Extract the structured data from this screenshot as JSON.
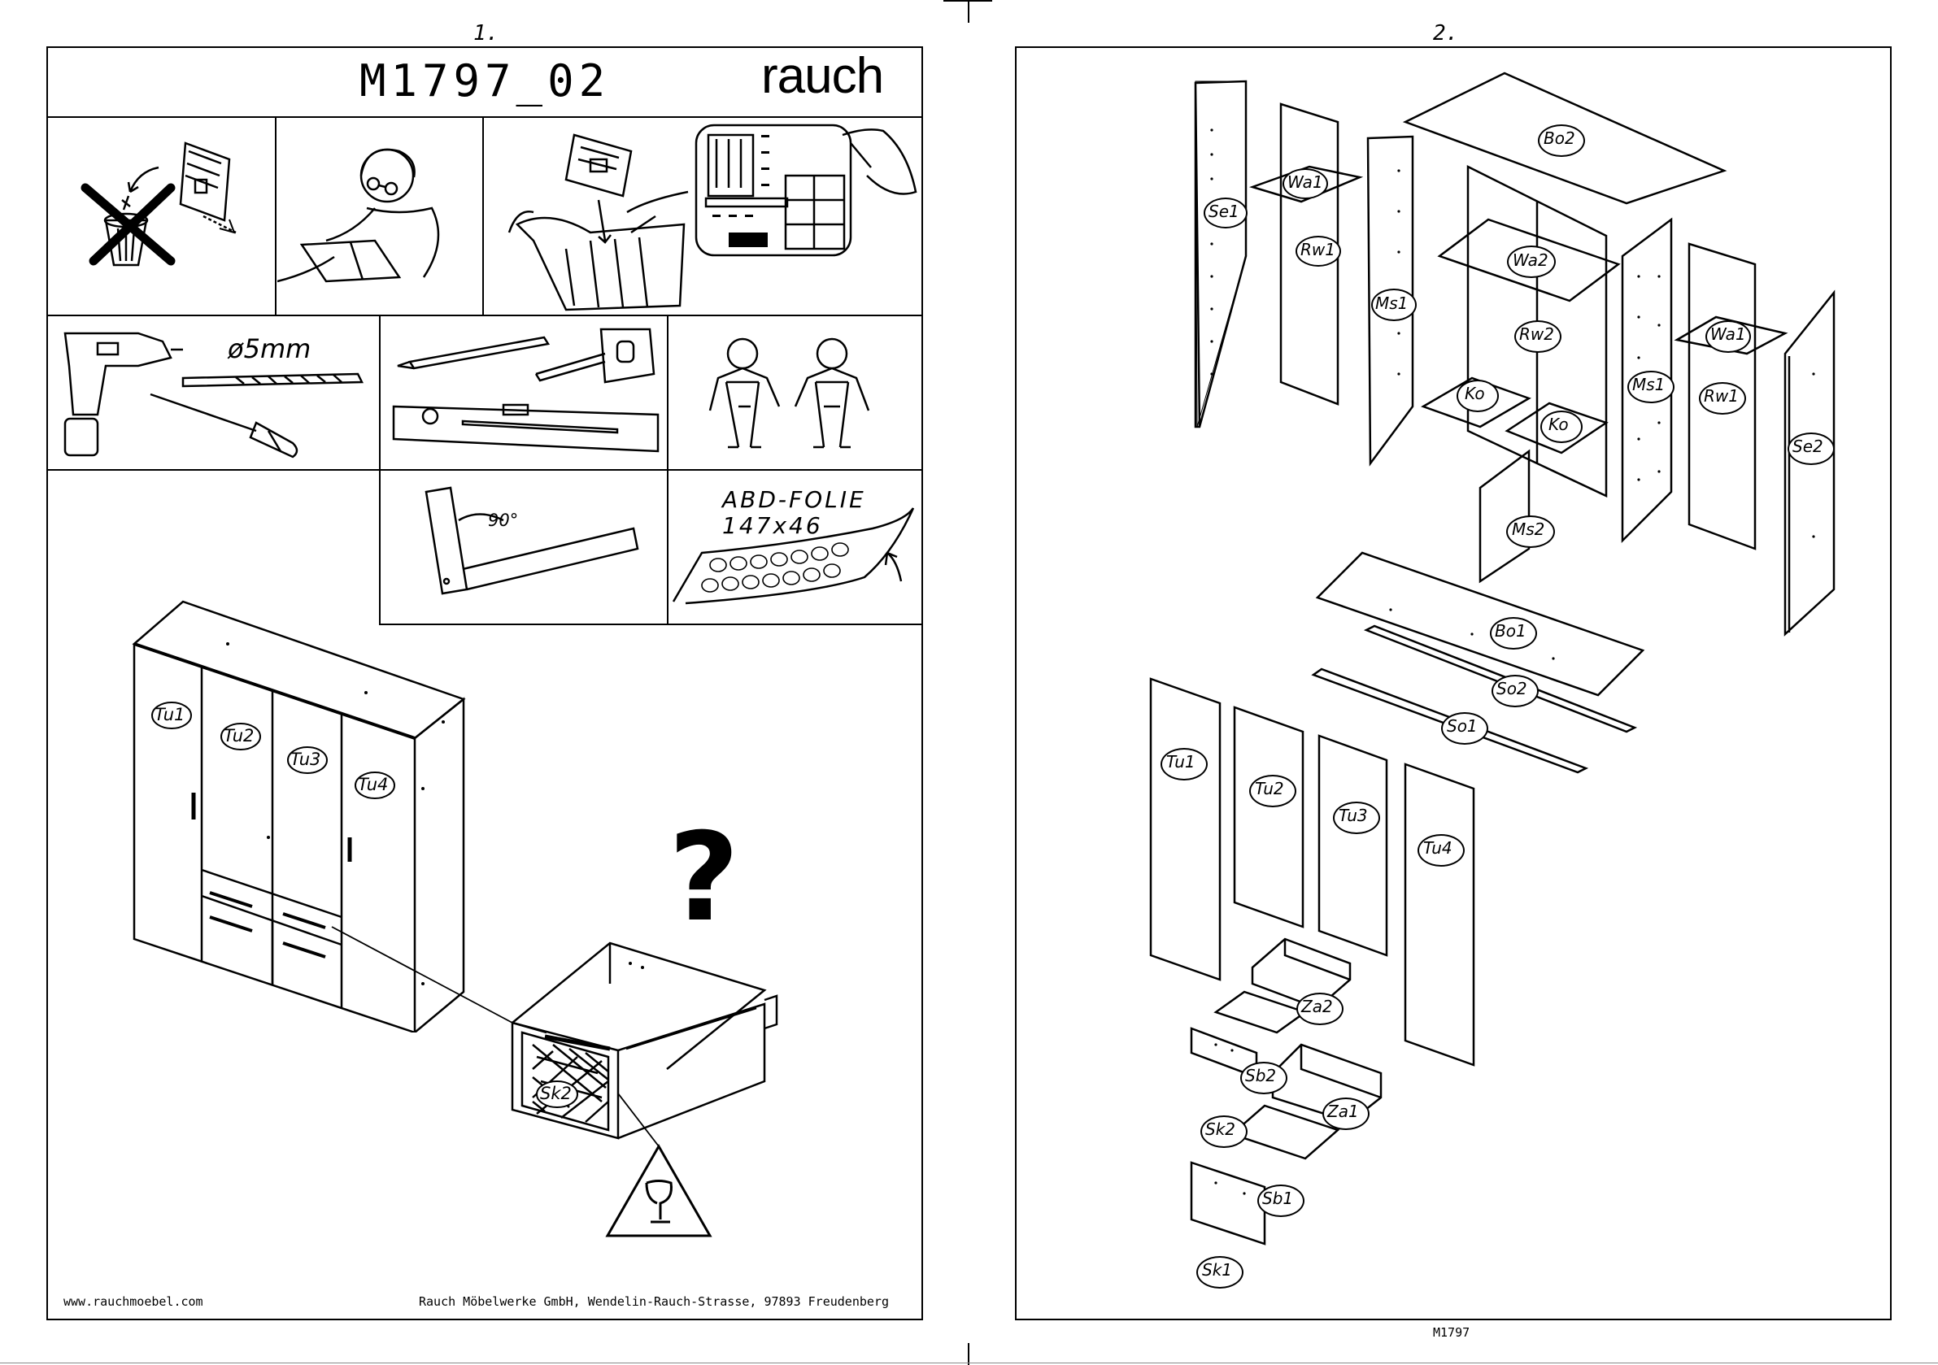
{
  "page1": {
    "page_number": "1.",
    "title": "M1797_02",
    "brand": "rauch",
    "drill_size": "ø5mm",
    "angle_label": "90°",
    "foil_label_line1": "ABD-FOLIE",
    "foil_label_line2": "147x46",
    "question_mark": "?",
    "door_labels": [
      "Tu1",
      "Tu2",
      "Tu3",
      "Tu4"
    ],
    "drawer_label": "Sk2",
    "footer_left": "www.rauchmoebel.com",
    "footer_right": "Rauch Möbelwerke GmbH, Wendelin-Rauch-Strasse, 97893 Freudenberg"
  },
  "page2": {
    "page_number": "2.",
    "footer": "M1797",
    "parts": {
      "se1": "Se1",
      "wa1_left": "Wa1",
      "rw1_left": "Rw1",
      "ms1_left": "Ms1",
      "bo2": "Bo2",
      "wa2": "Wa2",
      "rw2": "Rw2",
      "ko_left": "Ko",
      "ko_right": "Ko",
      "ms2": "Ms2",
      "ms1_right": "Ms1",
      "wa1_right": "Wa1",
      "rw1_right": "Rw1",
      "se2": "Se2",
      "bo1": "Bo1",
      "so2": "So2",
      "so1": "So1",
      "tu1": "Tu1",
      "tu2": "Tu2",
      "tu3": "Tu3",
      "tu4": "Tu4",
      "za2": "Za2",
      "sb2": "Sb2",
      "sk2": "Sk2",
      "za1": "Za1",
      "sb1": "Sb1",
      "sk1": "Sk1"
    }
  }
}
